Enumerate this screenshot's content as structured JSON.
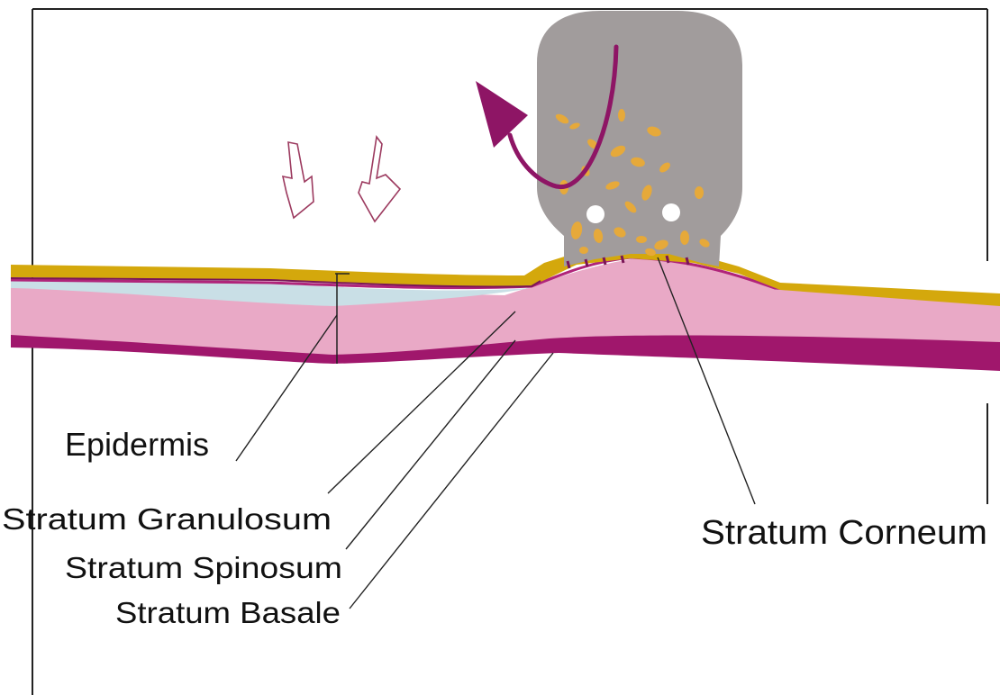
{
  "labels": {
    "epidermis": "Epidermis",
    "stratum_granulosum": "Stratum Granulosum",
    "stratum_spinosum": "Stratum Spinosum",
    "stratum_basale": "Stratum Basale",
    "stratum_corneum": "Stratum Corneum"
  },
  "colors": {
    "stratum_corneum": "#d4a80c",
    "stratum_granulosum": "#b0247a",
    "fluid_layer": "#c9dfe6",
    "stratum_spinosum": "#e9a9c6",
    "stratum_basale": "#a0176c",
    "device": "#a19c9c",
    "particles": "#e6a93a",
    "rotation_arrow": "#8e1565",
    "pressure_arrows": "#9c3a5f",
    "leader_lines": "#222222",
    "frame": "#222222"
  },
  "icons": {
    "pressure": "down-arrow-outline-icon",
    "rotation": "curved-arrow-icon"
  }
}
